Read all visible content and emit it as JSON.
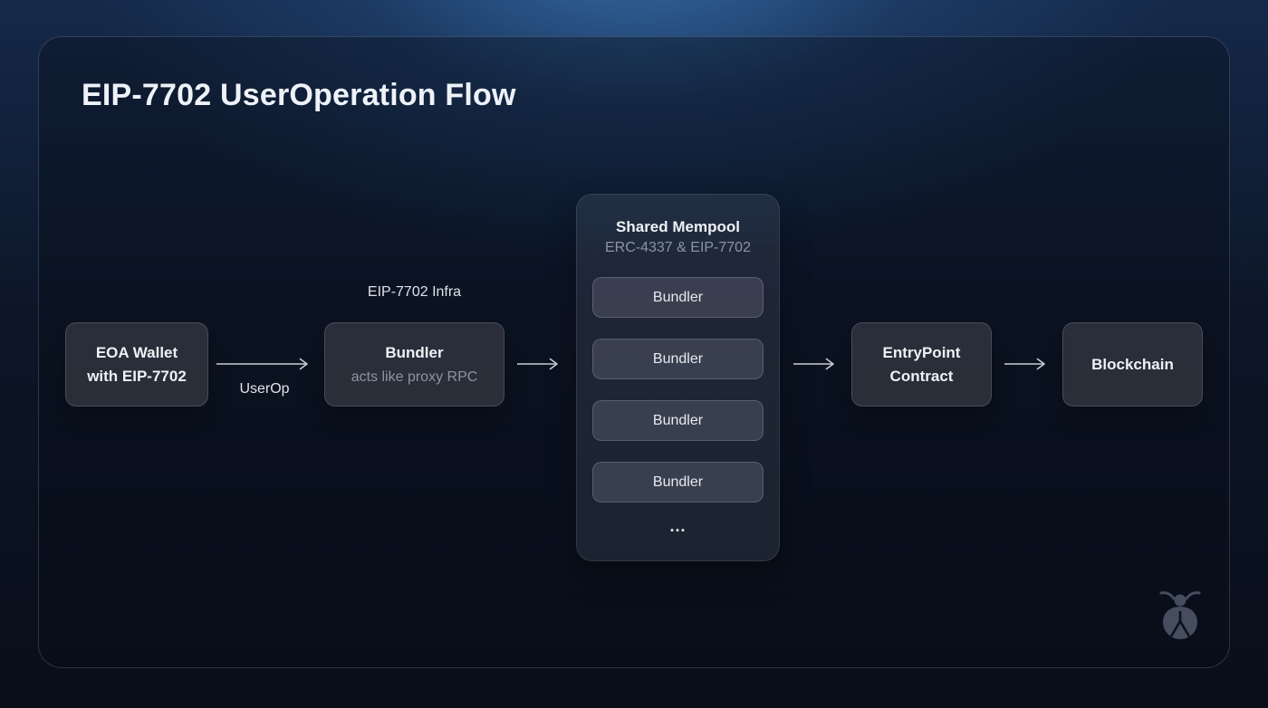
{
  "title": "EIP-7702 UserOperation Flow",
  "flow": {
    "eoa_wallet": {
      "line1": "EOA Wallet",
      "line2": "with EIP-7702"
    },
    "userop_arrow_label": "UserOp",
    "infra_caption": "EIP-7702 Infra",
    "bundler_proxy": {
      "title": "Bundler",
      "subtitle": "acts like proxy RPC"
    },
    "mempool": {
      "title": "Shared Mempool",
      "subtitle": "ERC-4337 & EIP-7702",
      "bundlers": [
        "Bundler",
        "Bundler",
        "Bundler",
        "Bundler"
      ],
      "ellipsis": "..."
    },
    "entrypoint": {
      "line1": "EntryPoint",
      "line2": "Contract"
    },
    "blockchain": {
      "label": "Blockchain"
    }
  },
  "icons": {
    "arrow": "arrow-right-icon",
    "logo": "firefly-beetle-logo-icon"
  },
  "colors": {
    "background_glow": "#2f6ba6",
    "background_dark": "#0a101c",
    "node_fill": "#2c303c",
    "mempool_fill": "#828ca2",
    "text_primary": "#eef1f6",
    "text_muted": "#8d93a2",
    "arrow": "#c9ced8",
    "logo": "#454d5e"
  }
}
